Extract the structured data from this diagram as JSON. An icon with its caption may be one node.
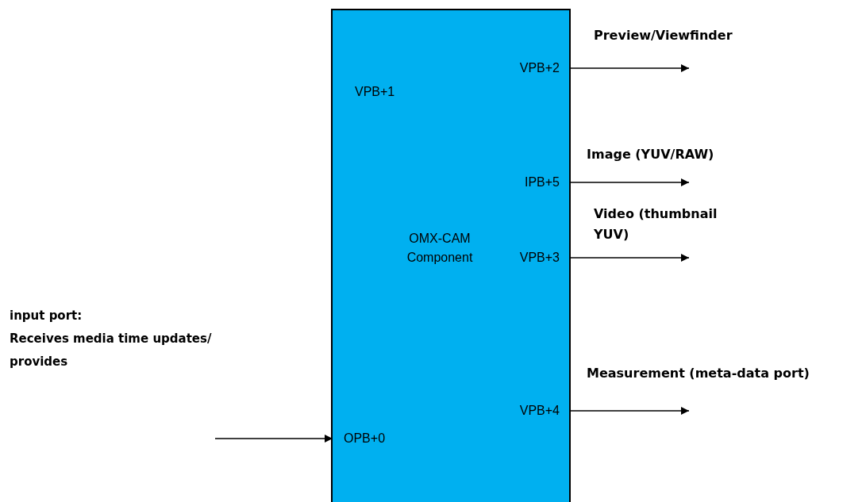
{
  "diagram": {
    "nodes": [
      {
        "text": [
          "OMX-CAM Component"
        ]
      },
      {
        "text": [
          "VPB+2"
        ],
        "in": 0
      },
      {
        "text": [
          "VPB+1"
        ],
        "in": 0
      },
      {
        "text": [
          "IPB+5"
        ],
        "in": 0
      },
      {
        "text": [
          "VPB+3"
        ],
        "in": 0
      },
      {
        "text": [
          "VPB+4"
        ],
        "in": 0
      },
      {
        "text": [
          "OPB+0"
        ],
        "in": 0
      }
    ],
    "edges": [
      {
        "from": 1,
        "to": null,
        "arrow": "to",
        "label": "Preview/Viewfinder"
      },
      {
        "from": 3,
        "to": null,
        "arrow": "to",
        "label": "Image (YUV/RAW)"
      },
      {
        "from": 4,
        "to": null,
        "arrow": "to",
        "label": "Video (thumbnail YUV)"
      },
      {
        "from": 5,
        "to": null,
        "arrow": "to",
        "label": "Measurement (meta-data port)"
      },
      {
        "from": null,
        "to": 6,
        "arrow": "to"
      }
    ],
    "labels": [
      "input port:",
      "Receives media time updates/ provides"
    ]
  }
}
